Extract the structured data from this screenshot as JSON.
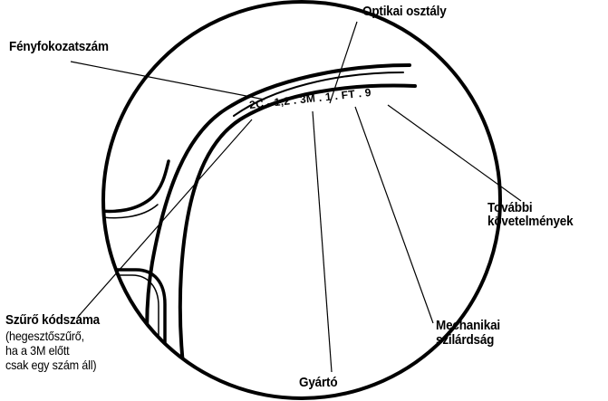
{
  "labels": {
    "optical_class": "Optikai osztály",
    "shade_number": "Fényfokozatszám",
    "additional_requirements_line1": "További",
    "additional_requirements_line2": "követelmények",
    "filter_code_title": "Szűrő kódszáma",
    "filter_code_note_line1": "(hegesztőszűrő,",
    "filter_code_note_line2": "ha a 3M előtt",
    "filter_code_note_line3": "csak egy szám áll)",
    "mechanical_strength_line1": "Mechanikai",
    "mechanical_strength_line2": "szilárdság",
    "manufacturer": "Gyártó"
  },
  "marking_text": "2C - 1,2 . 3M . 1 . FT . 9"
}
